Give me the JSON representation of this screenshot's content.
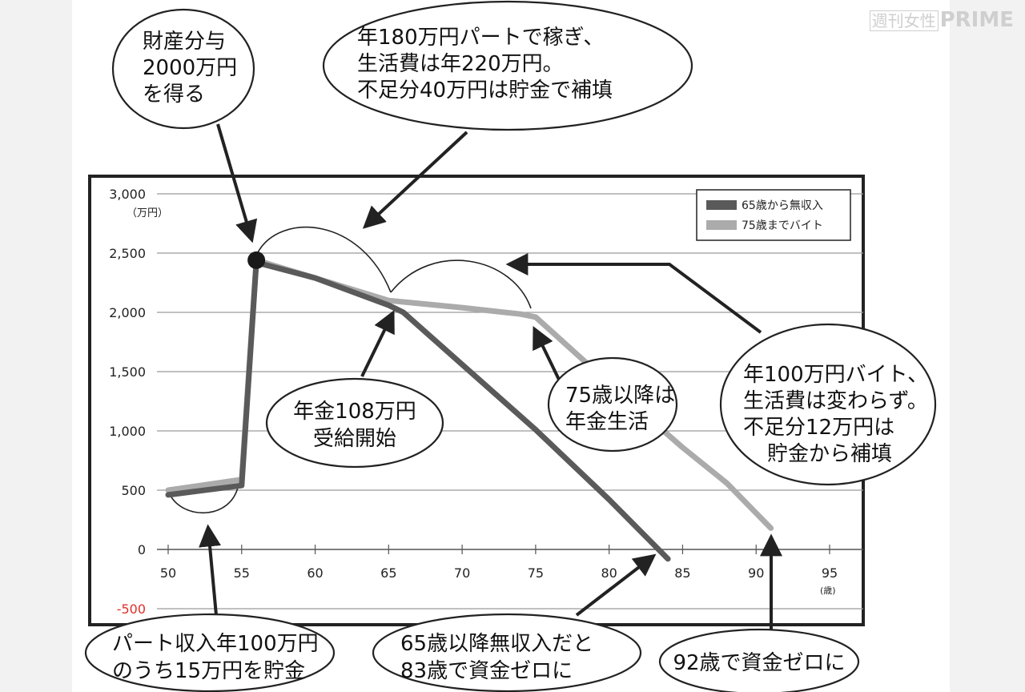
{
  "watermark": {
    "left": "週刊女性",
    "right": "PRIME"
  },
  "chart_data": {
    "type": "line",
    "unit_label": "（万円）",
    "x_unit_label": "(歳)",
    "xlim": [
      50,
      95
    ],
    "ylim": [
      -500,
      3000
    ],
    "x_ticks": [
      50,
      55,
      60,
      65,
      70,
      75,
      80,
      85,
      90,
      95
    ],
    "y_ticks": [
      {
        "value": 3000,
        "label": "3,000"
      },
      {
        "value": 2500,
        "label": "2,500"
      },
      {
        "value": 2000,
        "label": "2,000"
      },
      {
        "value": 1500,
        "label": "1,500"
      },
      {
        "value": 1000,
        "label": "1,000"
      },
      {
        "value": 500,
        "label": "500"
      },
      {
        "value": 0,
        "label": "0"
      },
      {
        "value": -500,
        "label": "-500"
      }
    ],
    "negative_tick_color": "#e0312b",
    "grid": true,
    "legend_position": "top-right",
    "series": [
      {
        "name": "65歳から無収入",
        "color": "#5a5a5a",
        "points": [
          [
            50,
            460
          ],
          [
            55,
            540
          ],
          [
            56,
            2420
          ],
          [
            60,
            2290
          ],
          [
            65,
            2060
          ],
          [
            66,
            2000
          ],
          [
            70,
            1560
          ],
          [
            75,
            1010
          ],
          [
            80,
            420
          ],
          [
            84,
            -80
          ]
        ]
      },
      {
        "name": "75歳までバイト",
        "color": "#ababab",
        "points": [
          [
            50,
            500
          ],
          [
            55,
            590
          ],
          [
            56,
            2440
          ],
          [
            60,
            2290
          ],
          [
            65,
            2100
          ],
          [
            70,
            2040
          ],
          [
            74,
            1985
          ],
          [
            75,
            1960
          ],
          [
            80,
            1400
          ],
          [
            85,
            860
          ],
          [
            88,
            560
          ],
          [
            91,
            180
          ]
        ]
      }
    ],
    "marker": {
      "x": 56,
      "y": 2440
    }
  },
  "annotations": [
    {
      "id": "property",
      "lines": [
        "財産分与",
        "2000万円",
        "を得る"
      ]
    },
    {
      "id": "part-time",
      "lines": [
        "年180万円パートで稼ぎ、",
        "生活費は年220万円。",
        "不足分40万円は貯金で補填"
      ]
    },
    {
      "id": "pension",
      "lines": [
        "年金108万円",
        "受給開始"
      ]
    },
    {
      "id": "after75",
      "lines": [
        "75歳以降は",
        "年金生活"
      ]
    },
    {
      "id": "job100",
      "lines": [
        "年100万円バイト、",
        "生活費は変わらず。",
        "不足分12万円は",
        "貯金から補填"
      ]
    },
    {
      "id": "savings",
      "lines": [
        "パート収入年100万円",
        "のうち15万円を貯金"
      ]
    },
    {
      "id": "zero83",
      "lines": [
        "65歳以降無収入だと",
        "83歳で資金ゼロに"
      ]
    },
    {
      "id": "zero92",
      "lines": [
        "92歳で資金ゼロに"
      ]
    }
  ]
}
